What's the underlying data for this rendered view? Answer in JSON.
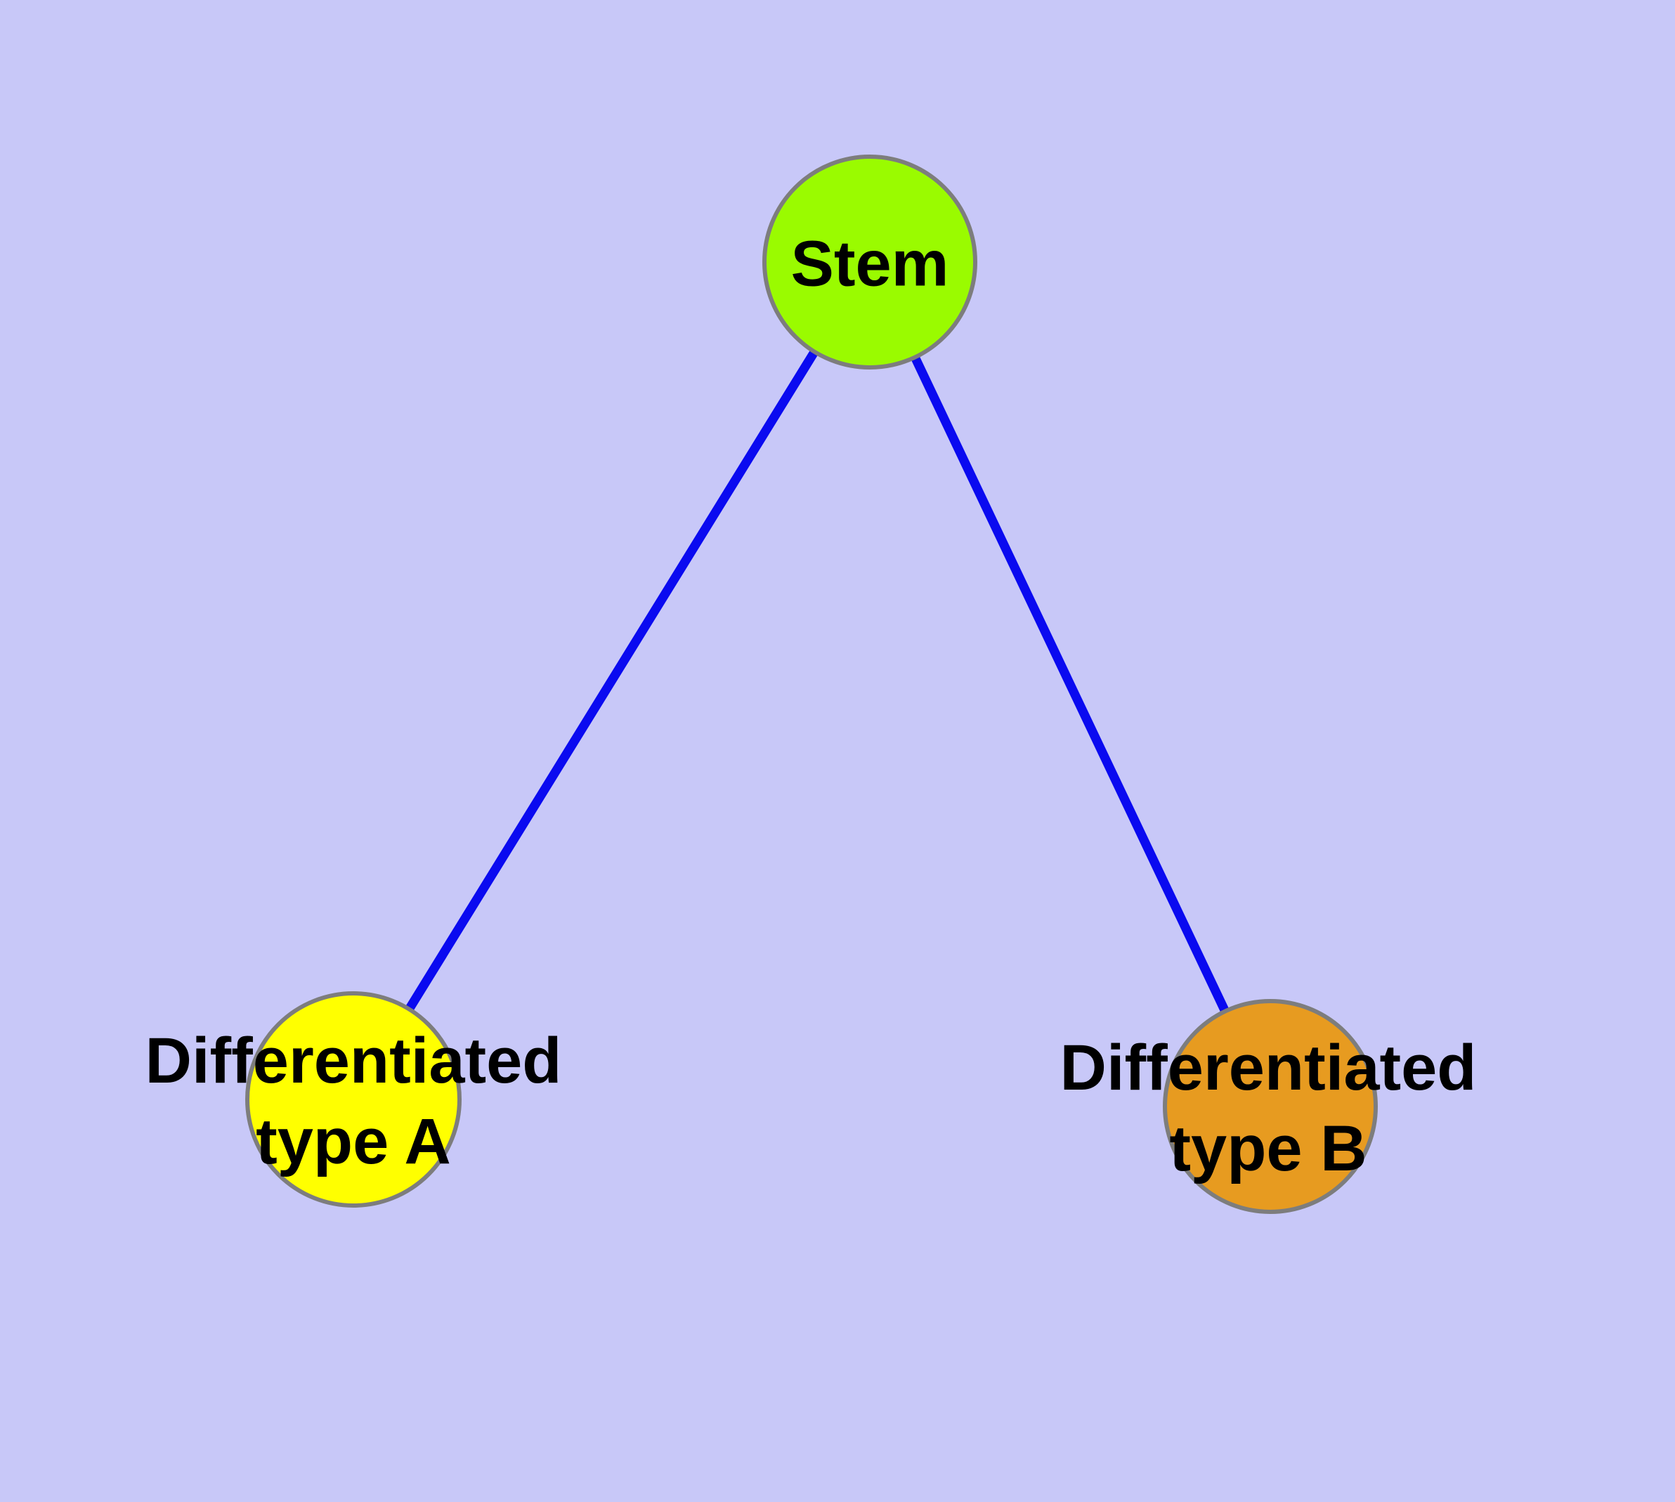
{
  "diagram": {
    "type": "graph",
    "background_color": "#c8c8f8",
    "edge_color": "#0a0af0",
    "node_border_color": "#7d7d7d",
    "label_color": "#000000",
    "nodes": {
      "stem": {
        "label": "Stem",
        "label_lines": [
          "Stem"
        ],
        "fill": "#9afb00"
      },
      "type_a": {
        "label": "Differentiated type A",
        "label_lines": [
          "Differentiated",
          "type A"
        ],
        "fill": "#ffff00"
      },
      "type_b": {
        "label": "Differentiated type B",
        "label_lines": [
          "Differentiated",
          "type B"
        ],
        "fill": "#e79b20"
      }
    },
    "edges": [
      {
        "from": "Stem",
        "to": "Differentiated type A"
      },
      {
        "from": "Stem",
        "to": "Differentiated type B"
      }
    ]
  }
}
